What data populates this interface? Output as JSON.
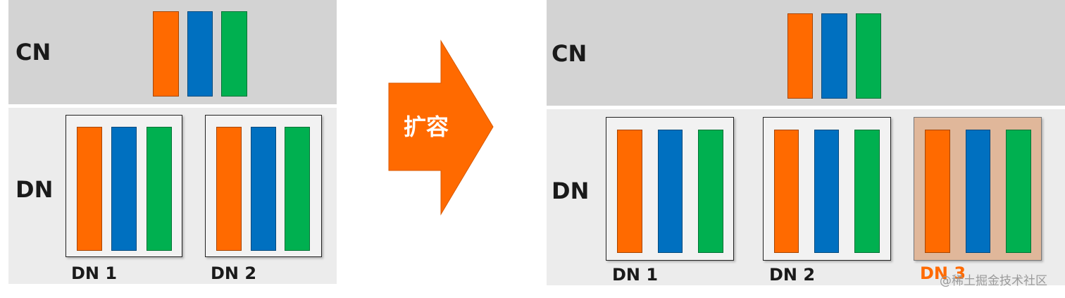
{
  "before": {
    "cn_label": "CN",
    "dn_label": "DN",
    "nodes": [
      {
        "label": "DN 1"
      },
      {
        "label": "DN 2"
      }
    ]
  },
  "arrow": {
    "label": "扩容",
    "color": "#ff6a00"
  },
  "after": {
    "cn_label": "CN",
    "dn_label": "DN",
    "nodes": [
      {
        "label": "DN 1"
      },
      {
        "label": "DN 2"
      },
      {
        "label": "DN 3"
      }
    ]
  },
  "watermark": "@稀土掘金技术社区",
  "colors": {
    "orange": "#ff6a00",
    "blue": "#0070c0",
    "green": "#00b050",
    "new_node_fill": "#e0b79a"
  }
}
